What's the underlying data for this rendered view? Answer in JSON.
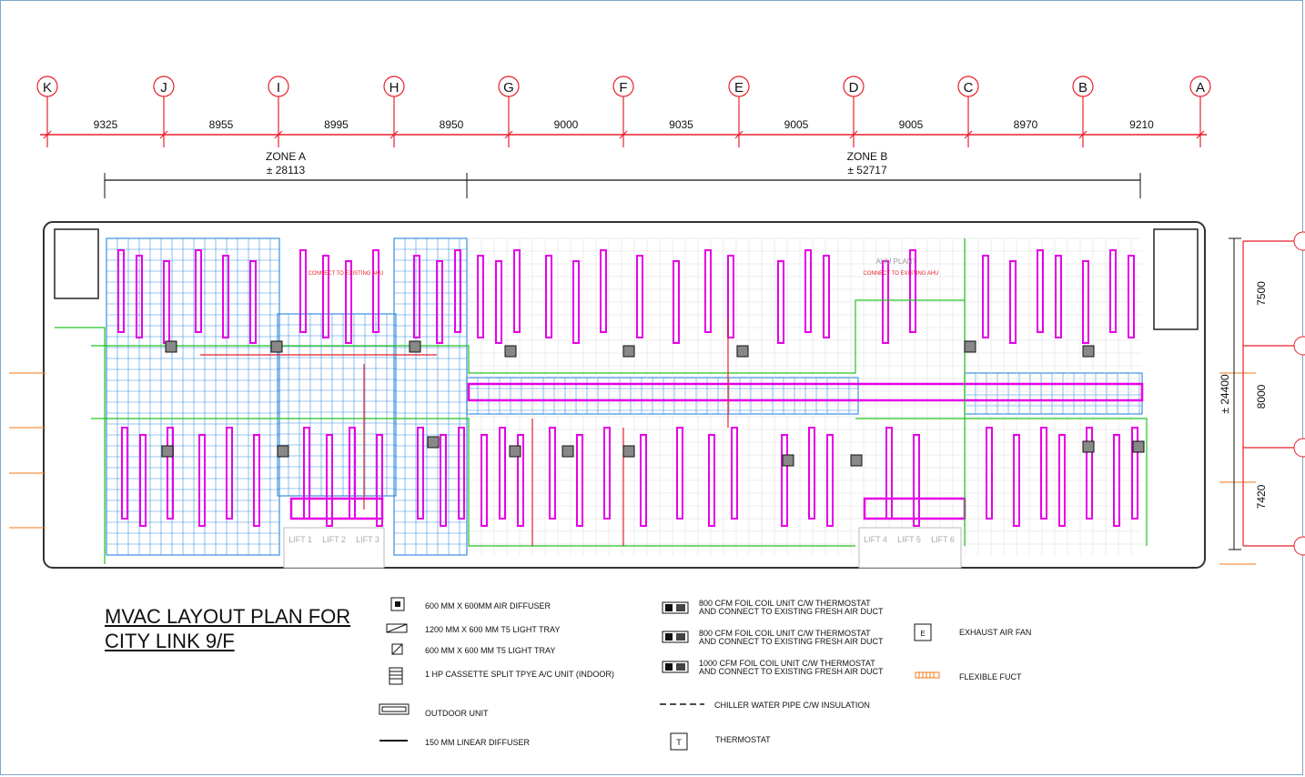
{
  "grid_columns": [
    {
      "label": "K"
    },
    {
      "label": "J"
    },
    {
      "label": "I"
    },
    {
      "label": "H"
    },
    {
      "label": "G"
    },
    {
      "label": "F"
    },
    {
      "label": "E"
    },
    {
      "label": "D"
    },
    {
      "label": "C"
    },
    {
      "label": "B"
    },
    {
      "label": "A"
    }
  ],
  "spacings": [
    "9325",
    "8955",
    "8995",
    "8950",
    "9000",
    "9035",
    "9005",
    "9005",
    "8970",
    "9210"
  ],
  "zones": [
    {
      "name": "ZONE A",
      "value": "± 28113"
    },
    {
      "name": "ZONE B",
      "value": "± 52717"
    }
  ],
  "right_dims": {
    "segments": [
      "7500",
      "8000",
      "7420"
    ],
    "total": "± 24400"
  },
  "plan_labels": {
    "lifts_a": [
      "LIFT 1",
      "LIFT 2",
      "LIFT 3"
    ],
    "lifts_b": [
      "LIFT 4",
      "LIFT 5",
      "LIFT 6"
    ],
    "ahu_plant": "AHU PLANT",
    "connect_ahu_1": "CONNECT TO EXISTING AHU",
    "connect_ahu_2": "CONNECT TO EXISTING AHU"
  },
  "title_lines": [
    "MVAC LAYOUT PLAN FOR",
    "CITY LINK 9/F"
  ],
  "legend": {
    "air_diffuser": "600 MM X 600MM AIR DIFFUSER",
    "light_tray_1200": "1200 MM X 600 MM T5 LIGHT TRAY",
    "light_tray_600": "600 MM X 600 MM T5 LIGHT TRAY",
    "cassette": "1 HP CASSETTE SPLIT TPYE A/C UNIT (INDOOR)",
    "outdoor": "OUTDOOR UNIT",
    "linear": "150 MM LINEAR DIFFUSER",
    "fcu800_1": "800 CFM FOIL COIL UNIT C/W THERMOSTAT",
    "fcu800_1b": "AND CONNECT TO EXISTING FRESH AIR DUCT",
    "fcu800_2": "800 CFM FOIL COIL UNIT C/W THERMOSTAT",
    "fcu800_2b": "AND CONNECT TO EXISTING FRESH AIR DUCT",
    "fcu1000": "1000 CFM FOIL COIL UNIT C/W THERMOSTAT",
    "fcu1000b": "AND CONNECT TO EXISTING FRESH AIR DUCT",
    "chiller": "CHILLER WATER PIPE C/W INSULATION",
    "thermostat": "THERMOSTAT",
    "thermostat_symbol": "T",
    "exhaust": "EXHAUST AIR FAN",
    "exhaust_symbol": "E",
    "flexible": "FLEXIBLE FUCT"
  },
  "colors": {
    "grid_red": "#e8202a",
    "diffuser_blue": "#3a8fe0",
    "duct_magenta": "#e600e6",
    "pipe_green": "#22c422",
    "annot_orange": "#f07a1a"
  }
}
